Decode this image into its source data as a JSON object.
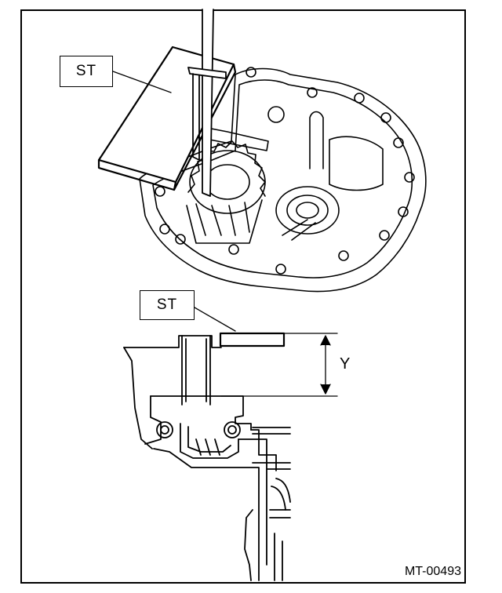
{
  "labels": {
    "special_tool_top": "ST",
    "special_tool_bottom": "ST",
    "dimension": "Y"
  },
  "figure_id": "MT-00493"
}
